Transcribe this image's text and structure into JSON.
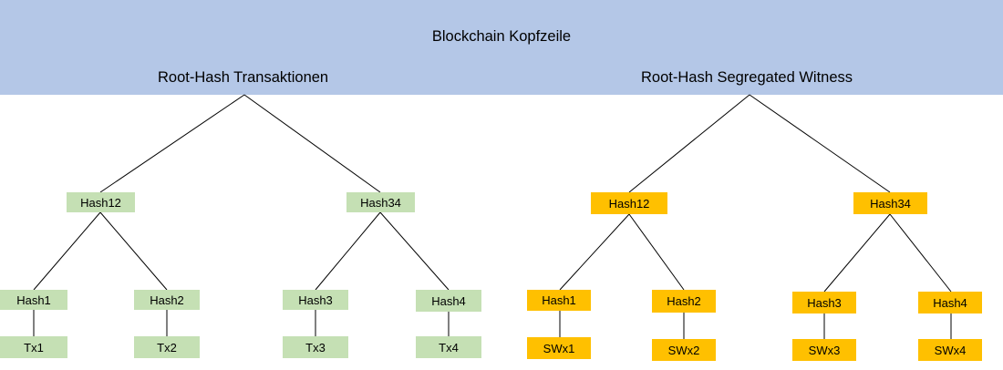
{
  "header": {
    "title": "Blockchain Kopfzeile",
    "color": "#b4c7e7"
  },
  "trees": [
    {
      "root_label": "Root-Hash Transaktionen",
      "color": "#c5e0b4",
      "level1": [
        "Hash12",
        "Hash34"
      ],
      "level2": [
        "Hash1",
        "Hash2",
        "Hash3",
        "Hash4"
      ],
      "leaves": [
        "Tx1",
        "Tx2",
        "Tx3",
        "Tx4"
      ]
    },
    {
      "root_label": "Root-Hash Segregated Witness",
      "color": "#ffc000",
      "level1": [
        "Hash12",
        "Hash34"
      ],
      "level2": [
        "Hash1",
        "Hash2",
        "Hash3",
        "Hash4"
      ],
      "leaves": [
        "SWx1",
        "SWx2",
        "SWx3",
        "SWx4"
      ]
    }
  ]
}
